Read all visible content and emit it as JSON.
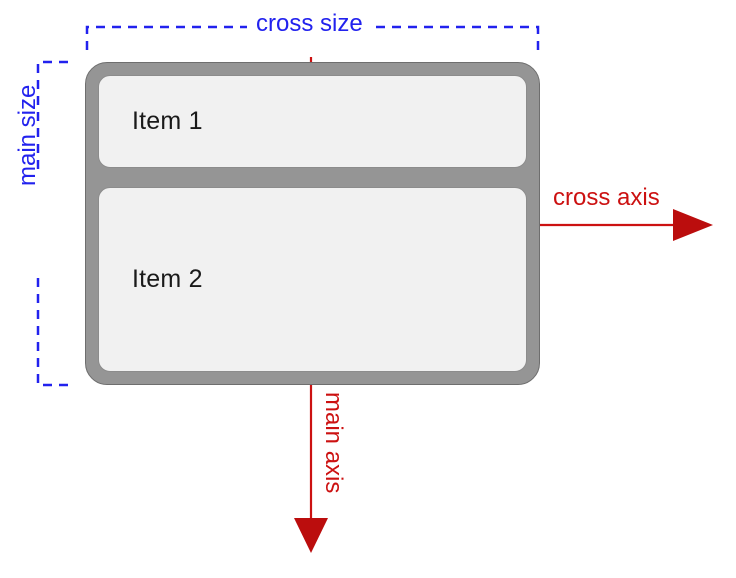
{
  "diagram": {
    "title": "flexbox main axis and cross axis diagram",
    "container": {
      "name": "flex-container",
      "fill_color": "#959595",
      "border_color": "#6e6e6e"
    },
    "items": [
      {
        "label": "Item 1",
        "fill_color": "#f1f1f1",
        "border_color": "#8c8c8c"
      },
      {
        "label": "Item 2",
        "fill_color": "#f1f1f1",
        "border_color": "#8c8c8c"
      }
    ],
    "annotations": {
      "cross_size": "cross size",
      "main_size": "main size",
      "cross_axis": "cross axis",
      "main_axis": "main axis"
    },
    "colors": {
      "measure_blue": "#2222ee",
      "axis_red": "#cc1111",
      "container_gray": "#959595",
      "item_gray": "#f1f1f1",
      "background": "#ffffff"
    }
  }
}
